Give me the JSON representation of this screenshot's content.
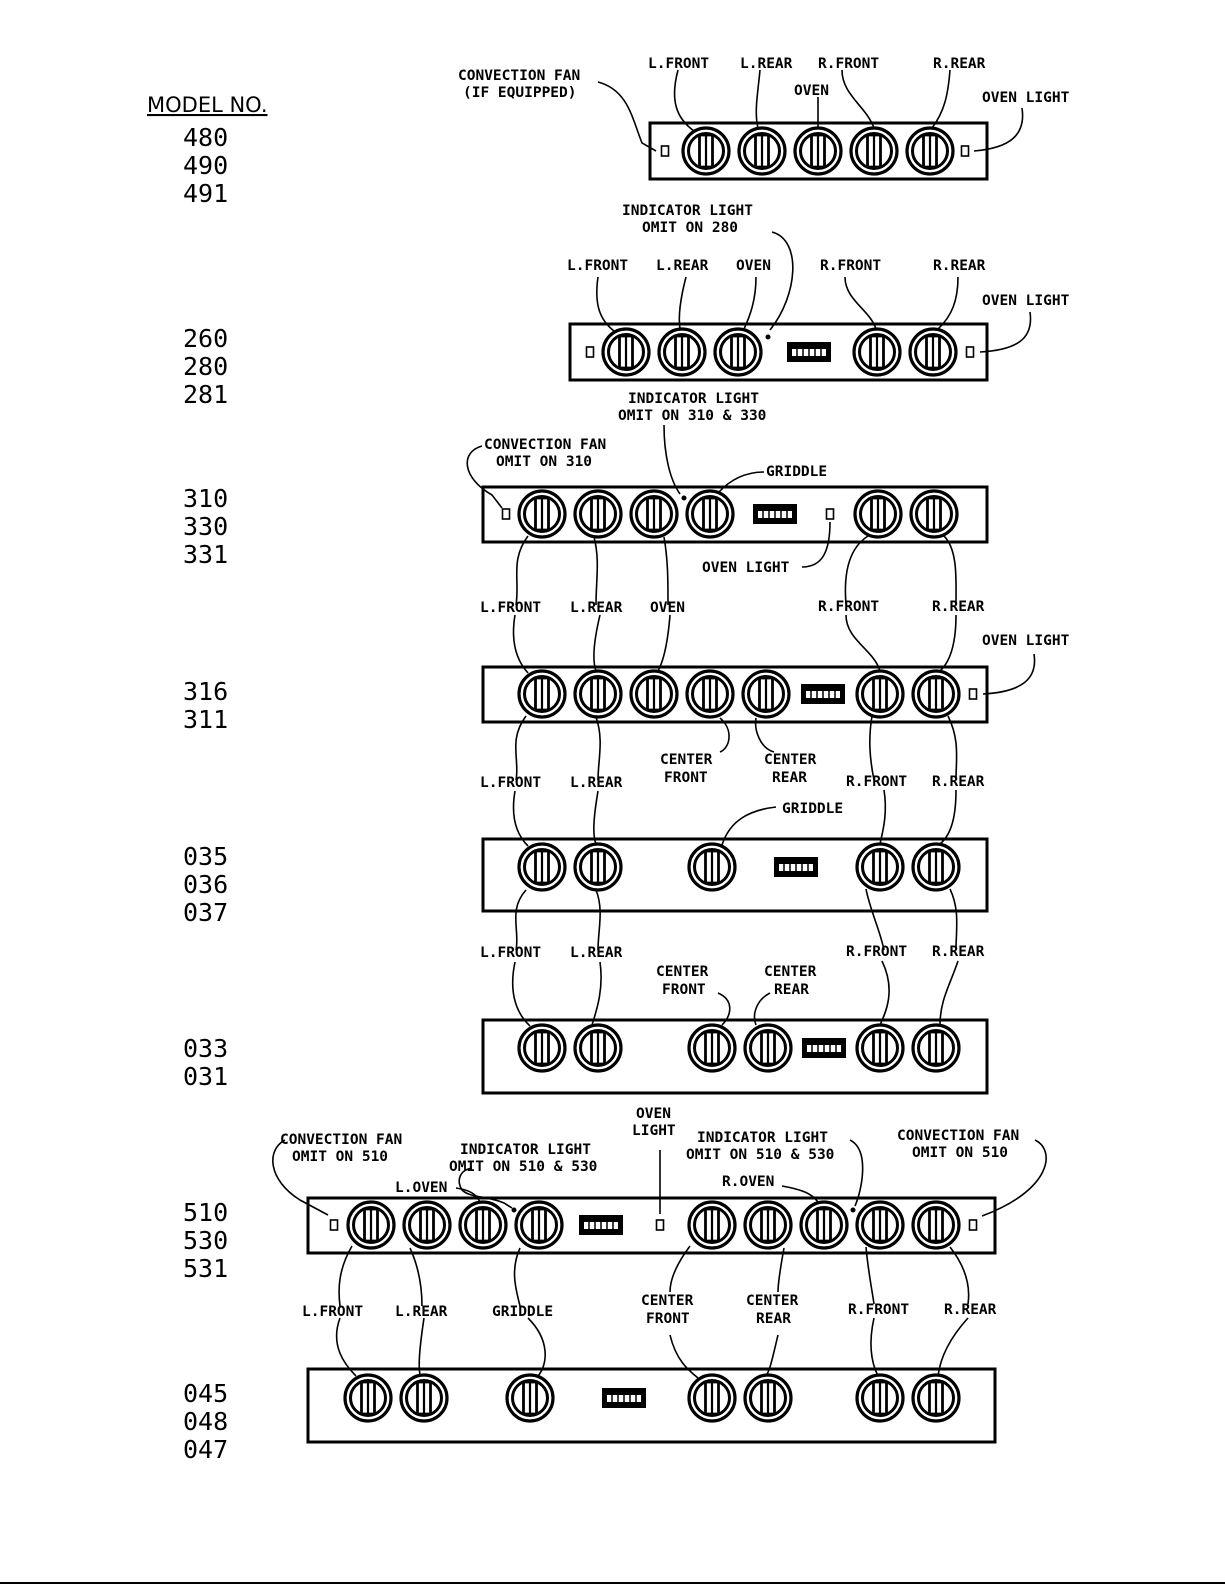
{
  "heading": "MODEL NO.",
  "groups": [
    {
      "models": [
        "480",
        "490",
        "491"
      ],
      "labels": [
        "CONVECTION FAN",
        "(IF EQUIPPED)",
        "L.FRONT",
        "L.REAR",
        "OVEN",
        "R.FRONT",
        "R.REAR",
        "OVEN LIGHT"
      ]
    },
    {
      "models": [
        "260",
        "280",
        "281"
      ],
      "labels": [
        "INDICATOR LIGHT",
        "OMIT ON 280",
        "L.FRONT",
        "L.REAR",
        "OVEN",
        "R.FRONT",
        "R.REAR",
        "OVEN LIGHT"
      ]
    },
    {
      "models": [
        "310",
        "330",
        "331"
      ],
      "labels": [
        "INDICATOR LIGHT",
        "OMIT ON 310 & 330",
        "CONVECTION FAN",
        "OMIT ON 310",
        "GRIDDLE",
        "OVEN LIGHT"
      ]
    },
    {
      "models": [
        "316",
        "311"
      ],
      "labels": [
        "L.FRONT",
        "L.REAR",
        "OVEN",
        "R.FRONT",
        "R.REAR",
        "OVEN LIGHT",
        "CENTER",
        "FRONT",
        "CENTER",
        "REAR"
      ]
    },
    {
      "models": [
        "035",
        "036",
        "037"
      ],
      "labels": [
        "L.FRONT",
        "L.REAR",
        "R.FRONT",
        "R.REAR",
        "GRIDDLE"
      ]
    },
    {
      "models": [
        "033",
        "031"
      ],
      "labels": [
        "L.FRONT",
        "L.REAR",
        "CENTER",
        "FRONT",
        "CENTER",
        "REAR",
        "R.FRONT",
        "R.REAR"
      ]
    },
    {
      "models": [
        "510",
        "530",
        "531"
      ],
      "labels": [
        "CONVECTION FAN",
        "OMIT ON 510",
        "INDICATOR LIGHT",
        "OMIT ON 510 & 530",
        "OVEN",
        "LIGHT",
        "INDICATOR LIGHT",
        "OMIT ON 510 & 530",
        "CONVECTION FAN",
        "OMIT ON 510",
        "L.OVEN",
        "R.OVEN"
      ]
    },
    {
      "models": [
        "045",
        "048",
        "047"
      ],
      "labels": [
        "L.FRONT",
        "L.REAR",
        "GRIDDLE",
        "CENTER",
        "FRONT",
        "CENTER",
        "REAR",
        "R.FRONT",
        "R.REAR"
      ]
    }
  ]
}
